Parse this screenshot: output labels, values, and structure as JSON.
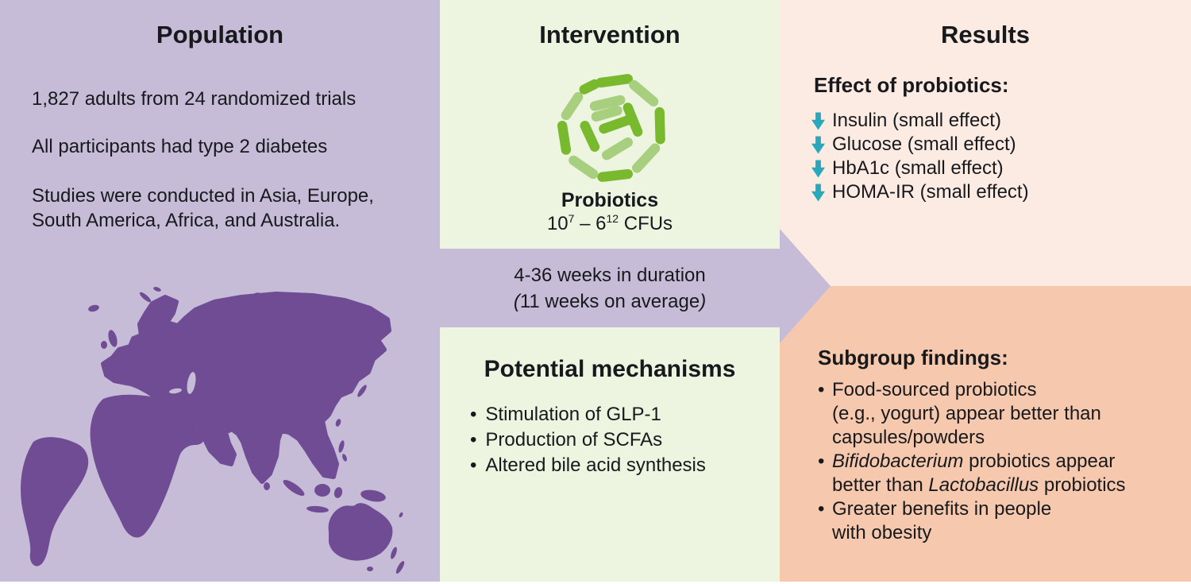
{
  "colors": {
    "lavender": "#c7bcd8",
    "map-purple": "#6f4c94",
    "green-bg": "#edf5e1",
    "pink-bg": "#fcebe2",
    "salmon-bg": "#f6c8ad",
    "teal": "#2aa8bb",
    "text": "#17191d",
    "rod-dark": "#78b92d",
    "rod-light": "#a7cf7d"
  },
  "icons": {
    "bullet_glyph": "•",
    "probiotics_icon": "bacteria-cluster",
    "world_map_icon": "world-map-silhouette",
    "result_arrow_icon": "teal-down-arrow",
    "flow_arrow_icon": "right-arrow-band"
  },
  "population": {
    "title": "Population",
    "paragraphs": [
      [
        {
          "t": "1,827 adults from 24 randomized trials"
        }
      ],
      [
        {
          "t": "All participants had type 2 diabetes"
        }
      ],
      [
        {
          "t": "Studies were conducted in Asia, Europe,"
        },
        {
          "br": true
        },
        {
          "t": "South America, Africa, and Australia."
        }
      ]
    ]
  },
  "intervention": {
    "title": "Intervention",
    "label": "Probiotics",
    "dose": [
      {
        "t": "10"
      },
      {
        "t": "7",
        "sup": true
      },
      {
        "t": " – "
      },
      {
        "t": "6"
      },
      {
        "t": "12",
        "sup": true
      },
      {
        "t": " CFUs"
      }
    ]
  },
  "duration": {
    "line1": "4-36 weeks in duration",
    "line2": [
      {
        "t": "(",
        "i": true
      },
      {
        "t": "11 weeks on average"
      },
      {
        "t": ")",
        "i": true
      }
    ]
  },
  "mechanisms": {
    "title": "Potential mechanisms",
    "items": [
      "Stimulation of GLP-1",
      "Production of SCFAs",
      "Altered bile acid synthesis"
    ]
  },
  "results": {
    "title": "Results",
    "heading": "Effect of probiotics:",
    "items": [
      {
        "label": "Insulin (small effect)"
      },
      {
        "label": "Glucose (small effect)"
      },
      {
        "label": "HbA1c (small effect)"
      },
      {
        "label": "HOMA-IR (small effect)"
      }
    ]
  },
  "subgroup": {
    "heading": "Subgroup findings:",
    "items": [
      [
        {
          "t": "Food-sourced probiotics"
        },
        {
          "br": true
        },
        {
          "t": "(e.g., yogurt) appear better than"
        },
        {
          "br": true
        },
        {
          "t": "capsules/powders"
        }
      ],
      [
        {
          "t": "Bifidobacterium",
          "i": true
        },
        {
          "t": " probiotics appear"
        },
        {
          "br": true
        },
        {
          "t": "better than "
        },
        {
          "t": "Lactobacillus",
          "i": true
        },
        {
          "t": " probiotics"
        }
      ],
      [
        {
          "t": "Greater benefits in people"
        },
        {
          "br": true
        },
        {
          "t": "with obesity"
        }
      ]
    ]
  }
}
